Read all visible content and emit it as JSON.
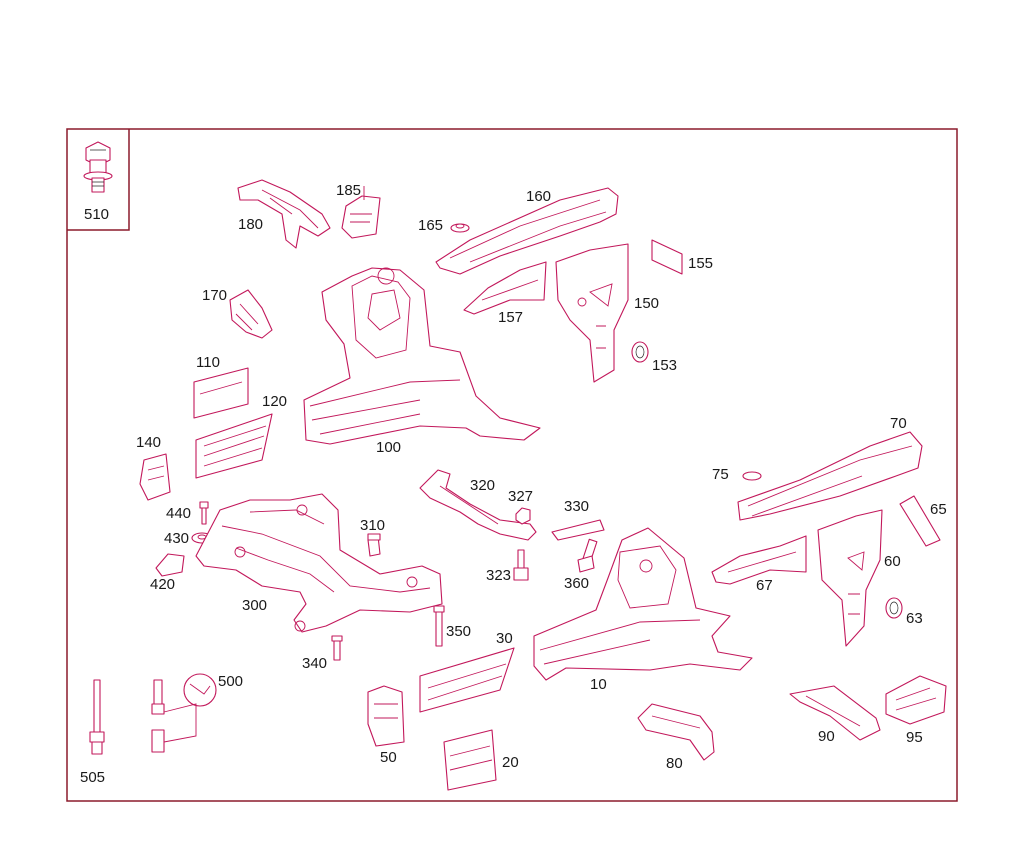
{
  "colors": {
    "frame": "#8b1a2b",
    "part_stroke": "#c2185b",
    "label": "#1a1a1a",
    "background": "#ffffff"
  },
  "parts": {
    "p510": "510",
    "p180": "180",
    "p185": "185",
    "p165": "165",
    "p160": "160",
    "p155": "155",
    "p150": "150",
    "p157": "157",
    "p153": "153",
    "p170": "170",
    "p110": "110",
    "p120": "120",
    "p100": "100",
    "p140": "140",
    "p440": "440",
    "p430": "430",
    "p420": "420",
    "p300": "300",
    "p310": "310",
    "p320": "320",
    "p327": "327",
    "p330": "330",
    "p323": "323",
    "p360": "360",
    "p350": "350",
    "p340": "340",
    "p30": "30",
    "p10": "10",
    "p70": "70",
    "p75": "75",
    "p65": "65",
    "p60": "60",
    "p67": "67",
    "p63": "63",
    "p500": "500",
    "p505": "505",
    "p50": "50",
    "p20": "20",
    "p80": "80",
    "p90": "90",
    "p95": "95"
  }
}
